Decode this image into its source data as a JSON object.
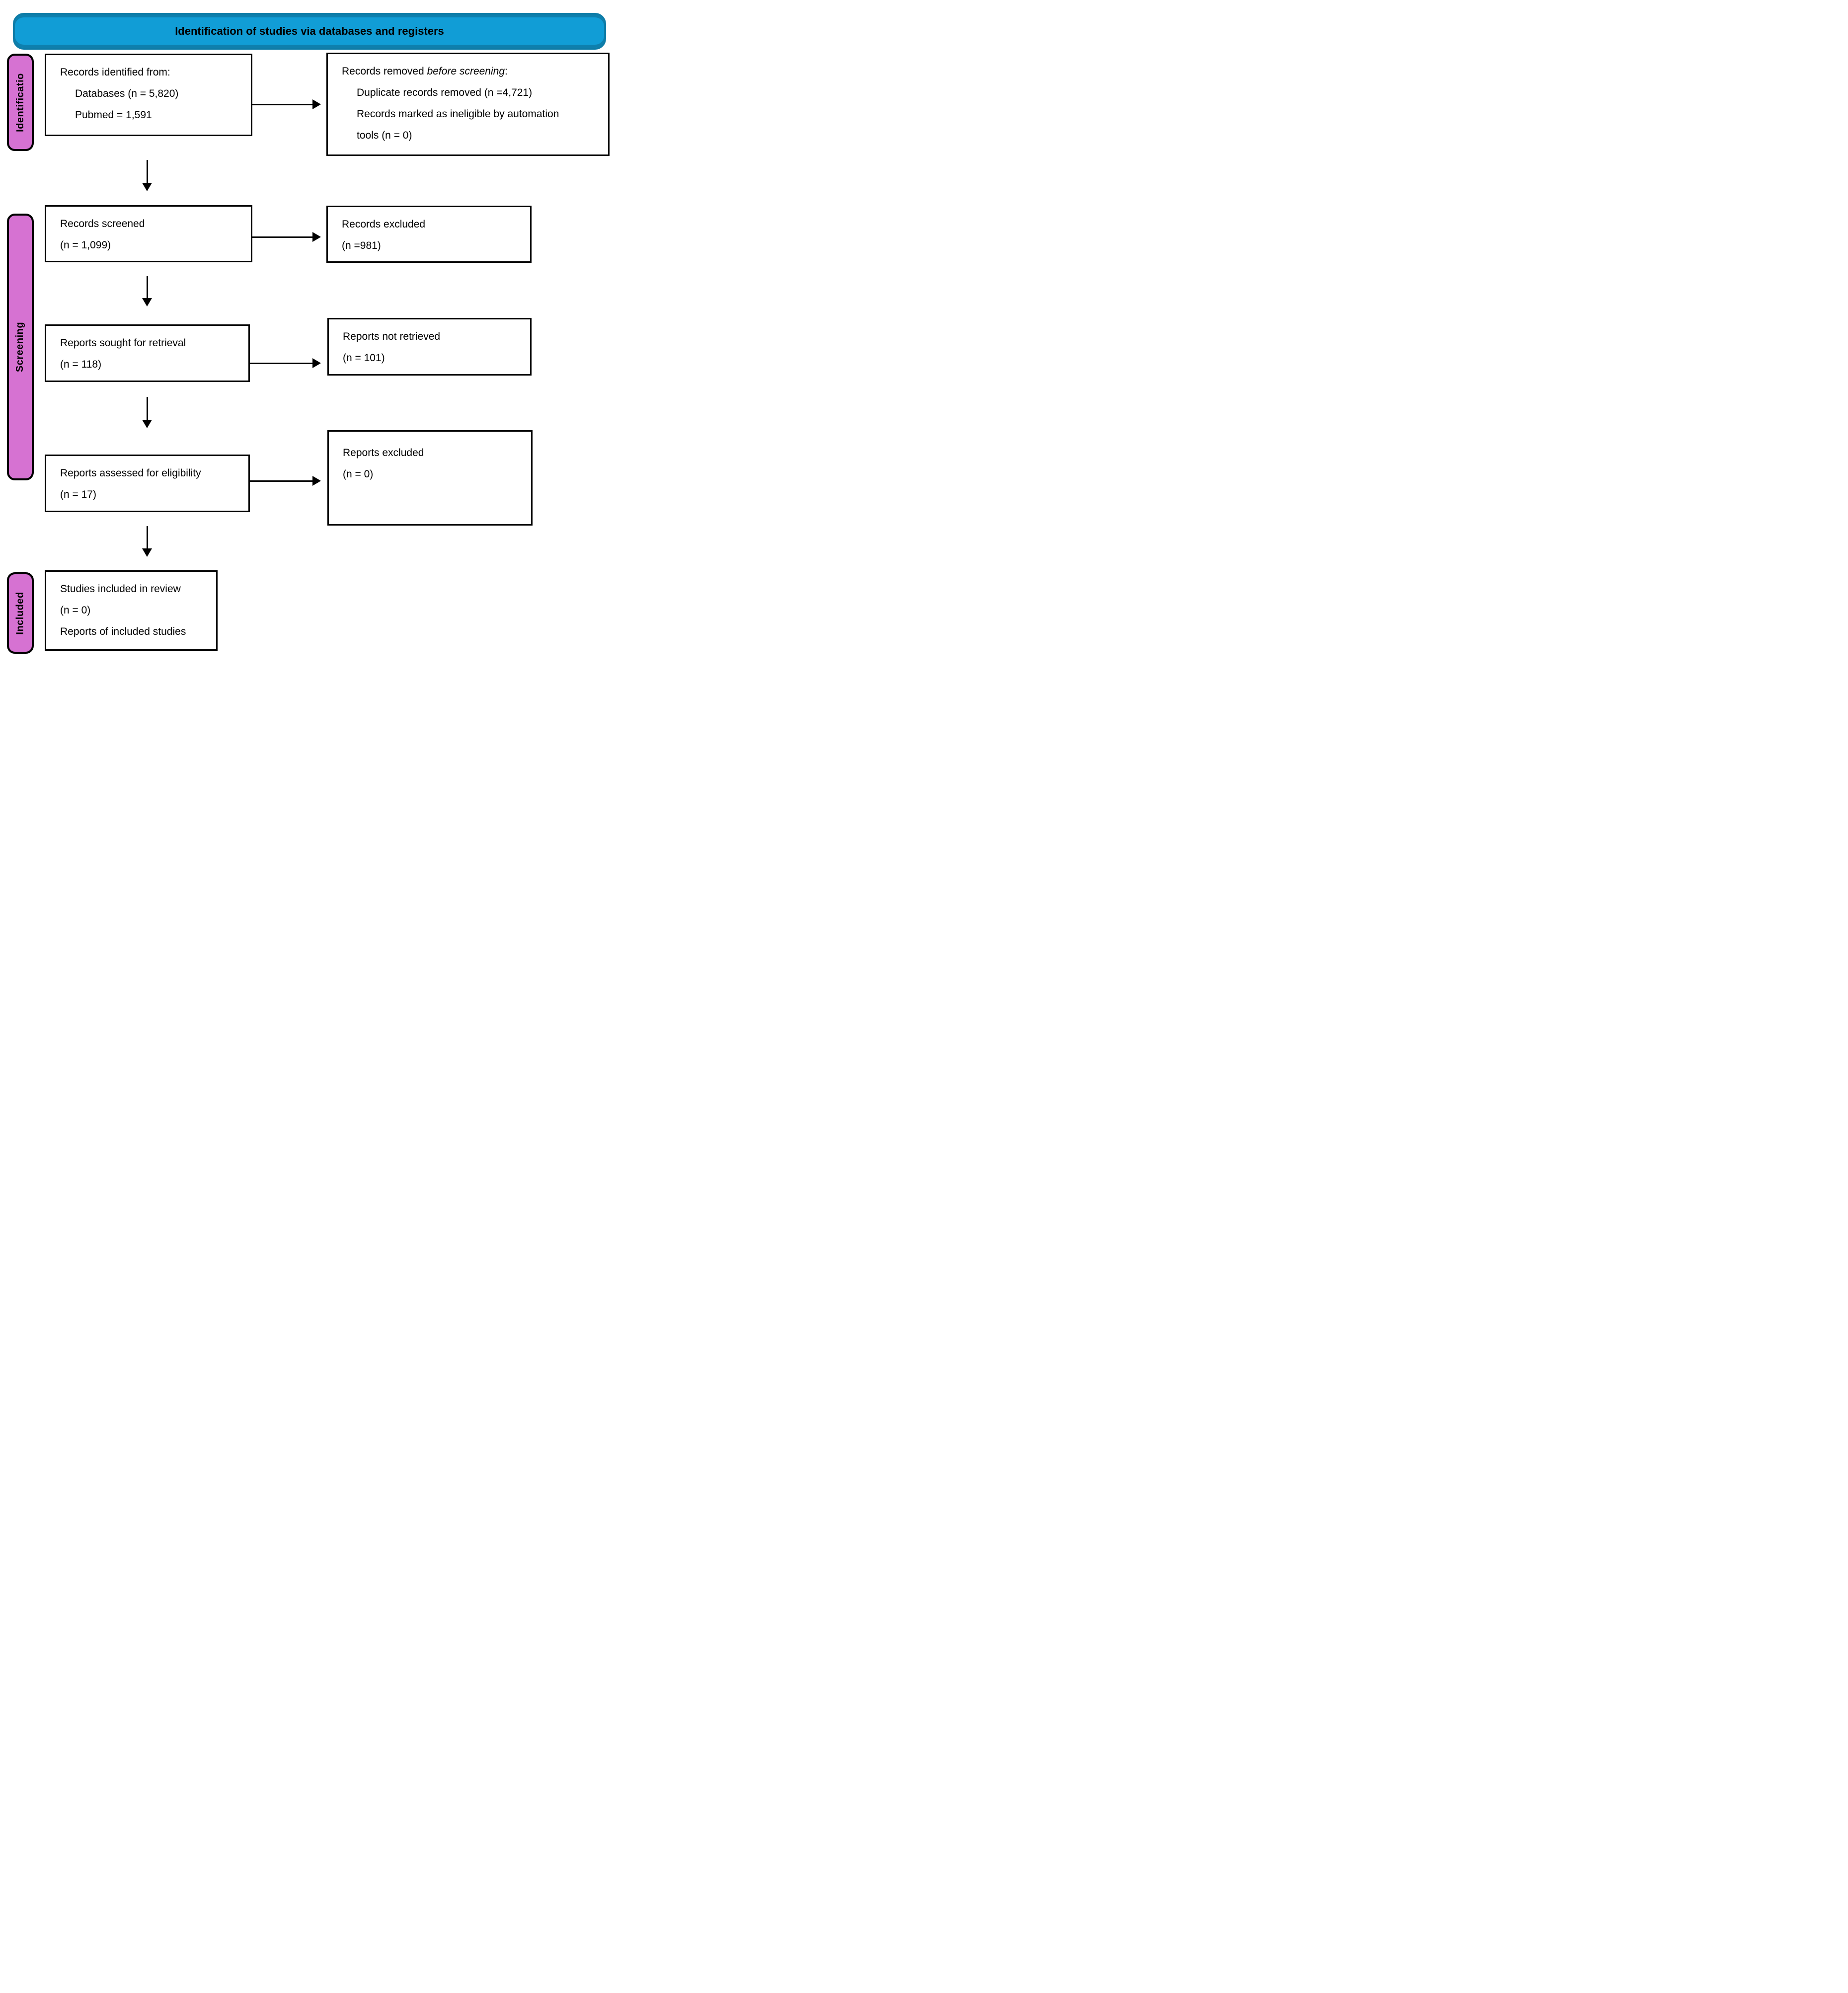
{
  "banner": {
    "title": "Identification of studies via databases and registers"
  },
  "sidebar": {
    "identification": "Identificatio",
    "screening": "Screening",
    "included": "Included"
  },
  "boxes": {
    "identified": {
      "l1": "Records identified from:",
      "l2": "Databases (n = 5,820)",
      "l3": "Pubmed = 1,591"
    },
    "removed": {
      "l1a": "Records removed ",
      "l1b": "before screening",
      "l1c": ":",
      "l2": "Duplicate records removed (n =4,721)",
      "l3": "Records marked as ineligible by automation",
      "l4": "tools (n = 0)"
    },
    "screened": {
      "l1": "Records screened",
      "l2": "(n = 1,099)"
    },
    "records_excluded": {
      "l1": "Records excluded",
      "l2": "(n =981)"
    },
    "sought": {
      "l1": "Reports sought for retrieval",
      "l2": "(n = 118)"
    },
    "not_retrieved": {
      "l1": "Reports not retrieved",
      "l2": "(n = 101)"
    },
    "assessed": {
      "l1": "Reports assessed for eligibility",
      "l2": "(n = 17)"
    },
    "reports_excluded": {
      "l1": "Reports excluded",
      "l2": "(n = 0)"
    },
    "included_studies": {
      "l1": "Studies included in review",
      "l2": "(n = 0)",
      "l3": "Reports of included studies"
    }
  },
  "colors": {
    "banner_fill": "#119DD6",
    "banner_border": "#0E7CA7",
    "stage_fill": "#D672D2",
    "box_border": "#000000",
    "arrow": "#000000"
  }
}
